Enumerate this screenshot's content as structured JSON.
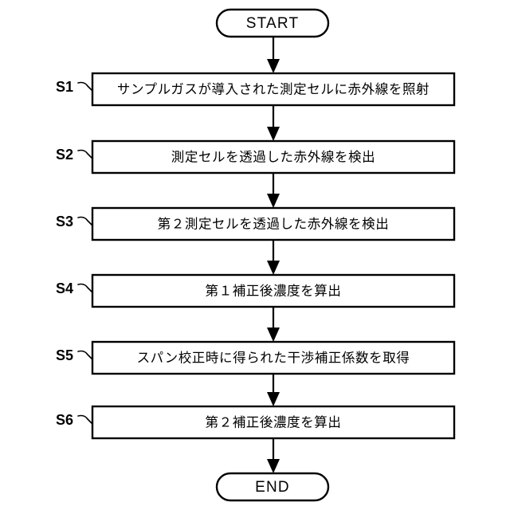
{
  "diagram": {
    "title": "infrared gas analyzer correction flowchart",
    "orientation": "vertical",
    "background_color": "#ffffff",
    "line_color": "#000000",
    "start": {
      "label": "START",
      "shape": "stadium"
    },
    "end": {
      "label": "END",
      "shape": "stadium"
    },
    "steps": [
      {
        "id": "S1",
        "step_label": "S1",
        "text": "サンプルガスが導入された測定セルに赤外線を照射"
      },
      {
        "id": "S2",
        "step_label": "S2",
        "text": "測定セルを透過した赤外線を検出"
      },
      {
        "id": "S3",
        "step_label": "S3",
        "text": "第２測定セルを透過した赤外線を検出"
      },
      {
        "id": "S4",
        "step_label": "S4",
        "text": "第１補正後濃度を算出"
      },
      {
        "id": "S5",
        "step_label": "S5",
        "text": "スパン校正時に得られた干渉補正係数を取得"
      },
      {
        "id": "S6",
        "step_label": "S6",
        "text": "第２補正後濃度を算出"
      }
    ],
    "connectors": [
      {
        "from": "START",
        "to": "S1",
        "arrow": "down"
      },
      {
        "from": "S1",
        "to": "S2",
        "arrow": "down"
      },
      {
        "from": "S2",
        "to": "S3",
        "arrow": "down"
      },
      {
        "from": "S3",
        "to": "S4",
        "arrow": "down"
      },
      {
        "from": "S4",
        "to": "S5",
        "arrow": "down"
      },
      {
        "from": "S5",
        "to": "S6",
        "arrow": "down"
      },
      {
        "from": "S6",
        "to": "END",
        "arrow": "down"
      }
    ]
  }
}
